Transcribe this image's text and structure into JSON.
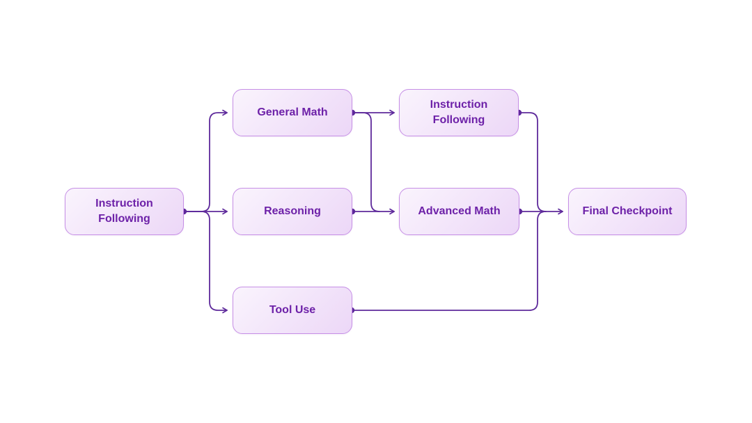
{
  "diagram": {
    "title": "evaluation-pipeline-flow",
    "nodes": [
      {
        "id": "instruction-following-1",
        "label": "Instruction Following"
      },
      {
        "id": "general-math",
        "label": "General Math"
      },
      {
        "id": "instruction-following-2",
        "label": "Instruction Following"
      },
      {
        "id": "reasoning",
        "label": "Reasoning"
      },
      {
        "id": "advanced-math",
        "label": "Advanced Math"
      },
      {
        "id": "tool-use",
        "label": "Tool Use"
      },
      {
        "id": "final-checkpoint",
        "label": "Final Checkpoint"
      }
    ],
    "edges": [
      {
        "from": "instruction-following-1",
        "to": "general-math"
      },
      {
        "from": "instruction-following-1",
        "to": "reasoning"
      },
      {
        "from": "instruction-following-1",
        "to": "tool-use"
      },
      {
        "from": "general-math",
        "to": "instruction-following-2"
      },
      {
        "from": "general-math",
        "to": "advanced-math"
      },
      {
        "from": "reasoning",
        "to": "advanced-math"
      },
      {
        "from": "instruction-following-2",
        "to": "final-checkpoint"
      },
      {
        "from": "advanced-math",
        "to": "final-checkpoint"
      },
      {
        "from": "tool-use",
        "to": "final-checkpoint"
      }
    ],
    "theme": {
      "background": "#ffffff",
      "edge_color": "#5e2a9b",
      "node_border": "#c68fe6",
      "node_fill_light": "#faf4fd",
      "node_fill_dark": "#ecd7f7",
      "node_text": "#6d21a8"
    }
  }
}
